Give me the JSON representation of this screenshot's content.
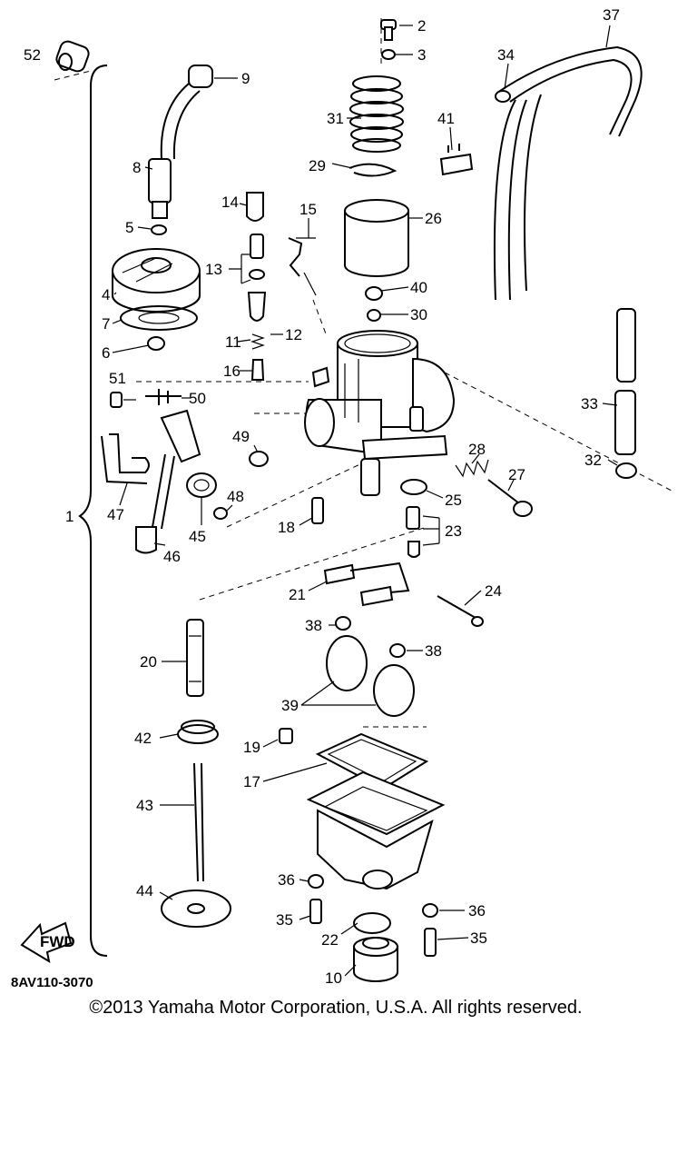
{
  "diagram": {
    "diagram_code": "8AV110-3070",
    "direction_tag": "FWD",
    "group_label": "1",
    "callouts": [
      "2",
      "3",
      "31",
      "29",
      "41",
      "34",
      "37",
      "52",
      "9",
      "8",
      "5",
      "4",
      "7",
      "6",
      "14",
      "15",
      "13",
      "12",
      "11",
      "16",
      "26",
      "40",
      "30",
      "51",
      "50",
      "49",
      "48",
      "47",
      "46",
      "45",
      "18",
      "28",
      "27",
      "25",
      "23",
      "21",
      "24",
      "33",
      "32",
      "38",
      "38",
      "20",
      "39",
      "42",
      "19",
      "17",
      "43",
      "44",
      "36",
      "35",
      "22",
      "10",
      "36",
      "35"
    ]
  },
  "footer": {
    "copyright": "©2013 Yamaha Motor Corporation, U.S.A. All rights reserved."
  }
}
